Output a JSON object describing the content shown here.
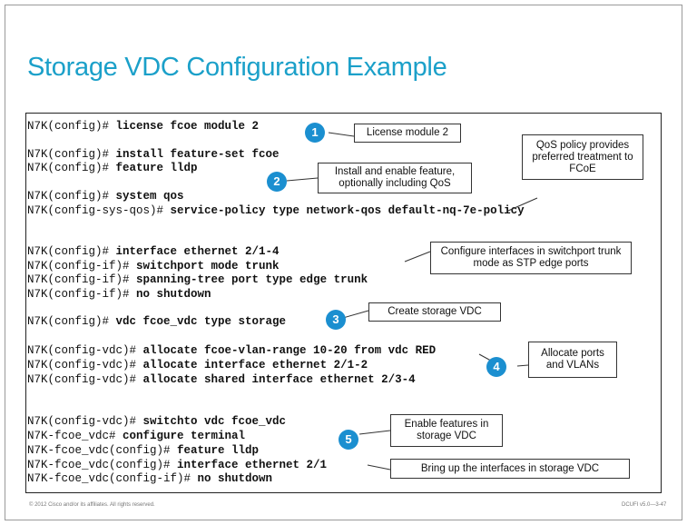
{
  "title": "Storage VDC Configuration Example",
  "code_lines": [
    {
      "prompt": "N7K(config)# ",
      "cmd": "license fcoe module 2"
    },
    {
      "prompt": "N7K(config)# ",
      "cmd": "install feature-set fcoe"
    },
    {
      "prompt": "N7K(config)# ",
      "cmd": "feature lldp"
    },
    {
      "prompt": "N7K(config)# ",
      "cmd": "system qos"
    },
    {
      "prompt": "N7K(config-sys-qos)# ",
      "cmd": "service-policy type network-qos default-nq-7e-policy"
    },
    {
      "prompt": "N7K(config)# ",
      "cmd": "interface ethernet 2/1-4"
    },
    {
      "prompt": "N7K(config-if)# ",
      "cmd": "switchport mode trunk"
    },
    {
      "prompt": "N7K(config-if)# ",
      "cmd": "spanning-tree port type edge trunk"
    },
    {
      "prompt": "N7K(config-if)# ",
      "cmd": "no shutdown"
    },
    {
      "prompt": "N7K(config)# ",
      "cmd": "vdc fcoe_vdc type storage"
    },
    {
      "prompt": "N7K(config-vdc)# ",
      "cmd": "allocate fcoe-vlan-range 10-20 from vdc RED"
    },
    {
      "prompt": "N7K(config-vdc)# ",
      "cmd": "allocate interface ethernet 2/1-2"
    },
    {
      "prompt": "N7K(config-vdc)# ",
      "cmd": "allocate shared interface ethernet 2/3-4"
    },
    {
      "prompt": "N7K(config-vdc)# ",
      "cmd": "switchto vdc fcoe_vdc"
    },
    {
      "prompt": "N7K-fcoe_vdc# ",
      "cmd": "configure terminal"
    },
    {
      "prompt": "N7K-fcoe_vdc(config)# ",
      "cmd": "feature lldp"
    },
    {
      "prompt": "N7K-fcoe_vdc(config)# ",
      "cmd": "interface ethernet 2/1"
    },
    {
      "prompt": "N7K-fcoe_vdc(config-if)# ",
      "cmd": "no shutdown"
    }
  ],
  "markers": [
    "1",
    "2",
    "3",
    "4",
    "5"
  ],
  "callouts": {
    "license": "License module 2",
    "qos_policy": "QoS policy provides preferred treatment to FCoE",
    "install_feature": "Install and enable feature, optionally including QoS",
    "configure_interfaces": "Configure interfaces in switchport trunk mode as STP edge ports",
    "create_vdc": "Create storage VDC",
    "allocate": "Allocate ports and VLANs",
    "enable_features": "Enable features in storage VDC",
    "bring_up": "Bring up the interfaces in storage VDC"
  },
  "footer": {
    "left": "© 2012 Cisco and/or its affiliates. All rights reserved.",
    "right": "DCUFI v5.0—3-47"
  },
  "colors": {
    "title": "#1ba0c9",
    "marker": "#1b8fd0"
  }
}
